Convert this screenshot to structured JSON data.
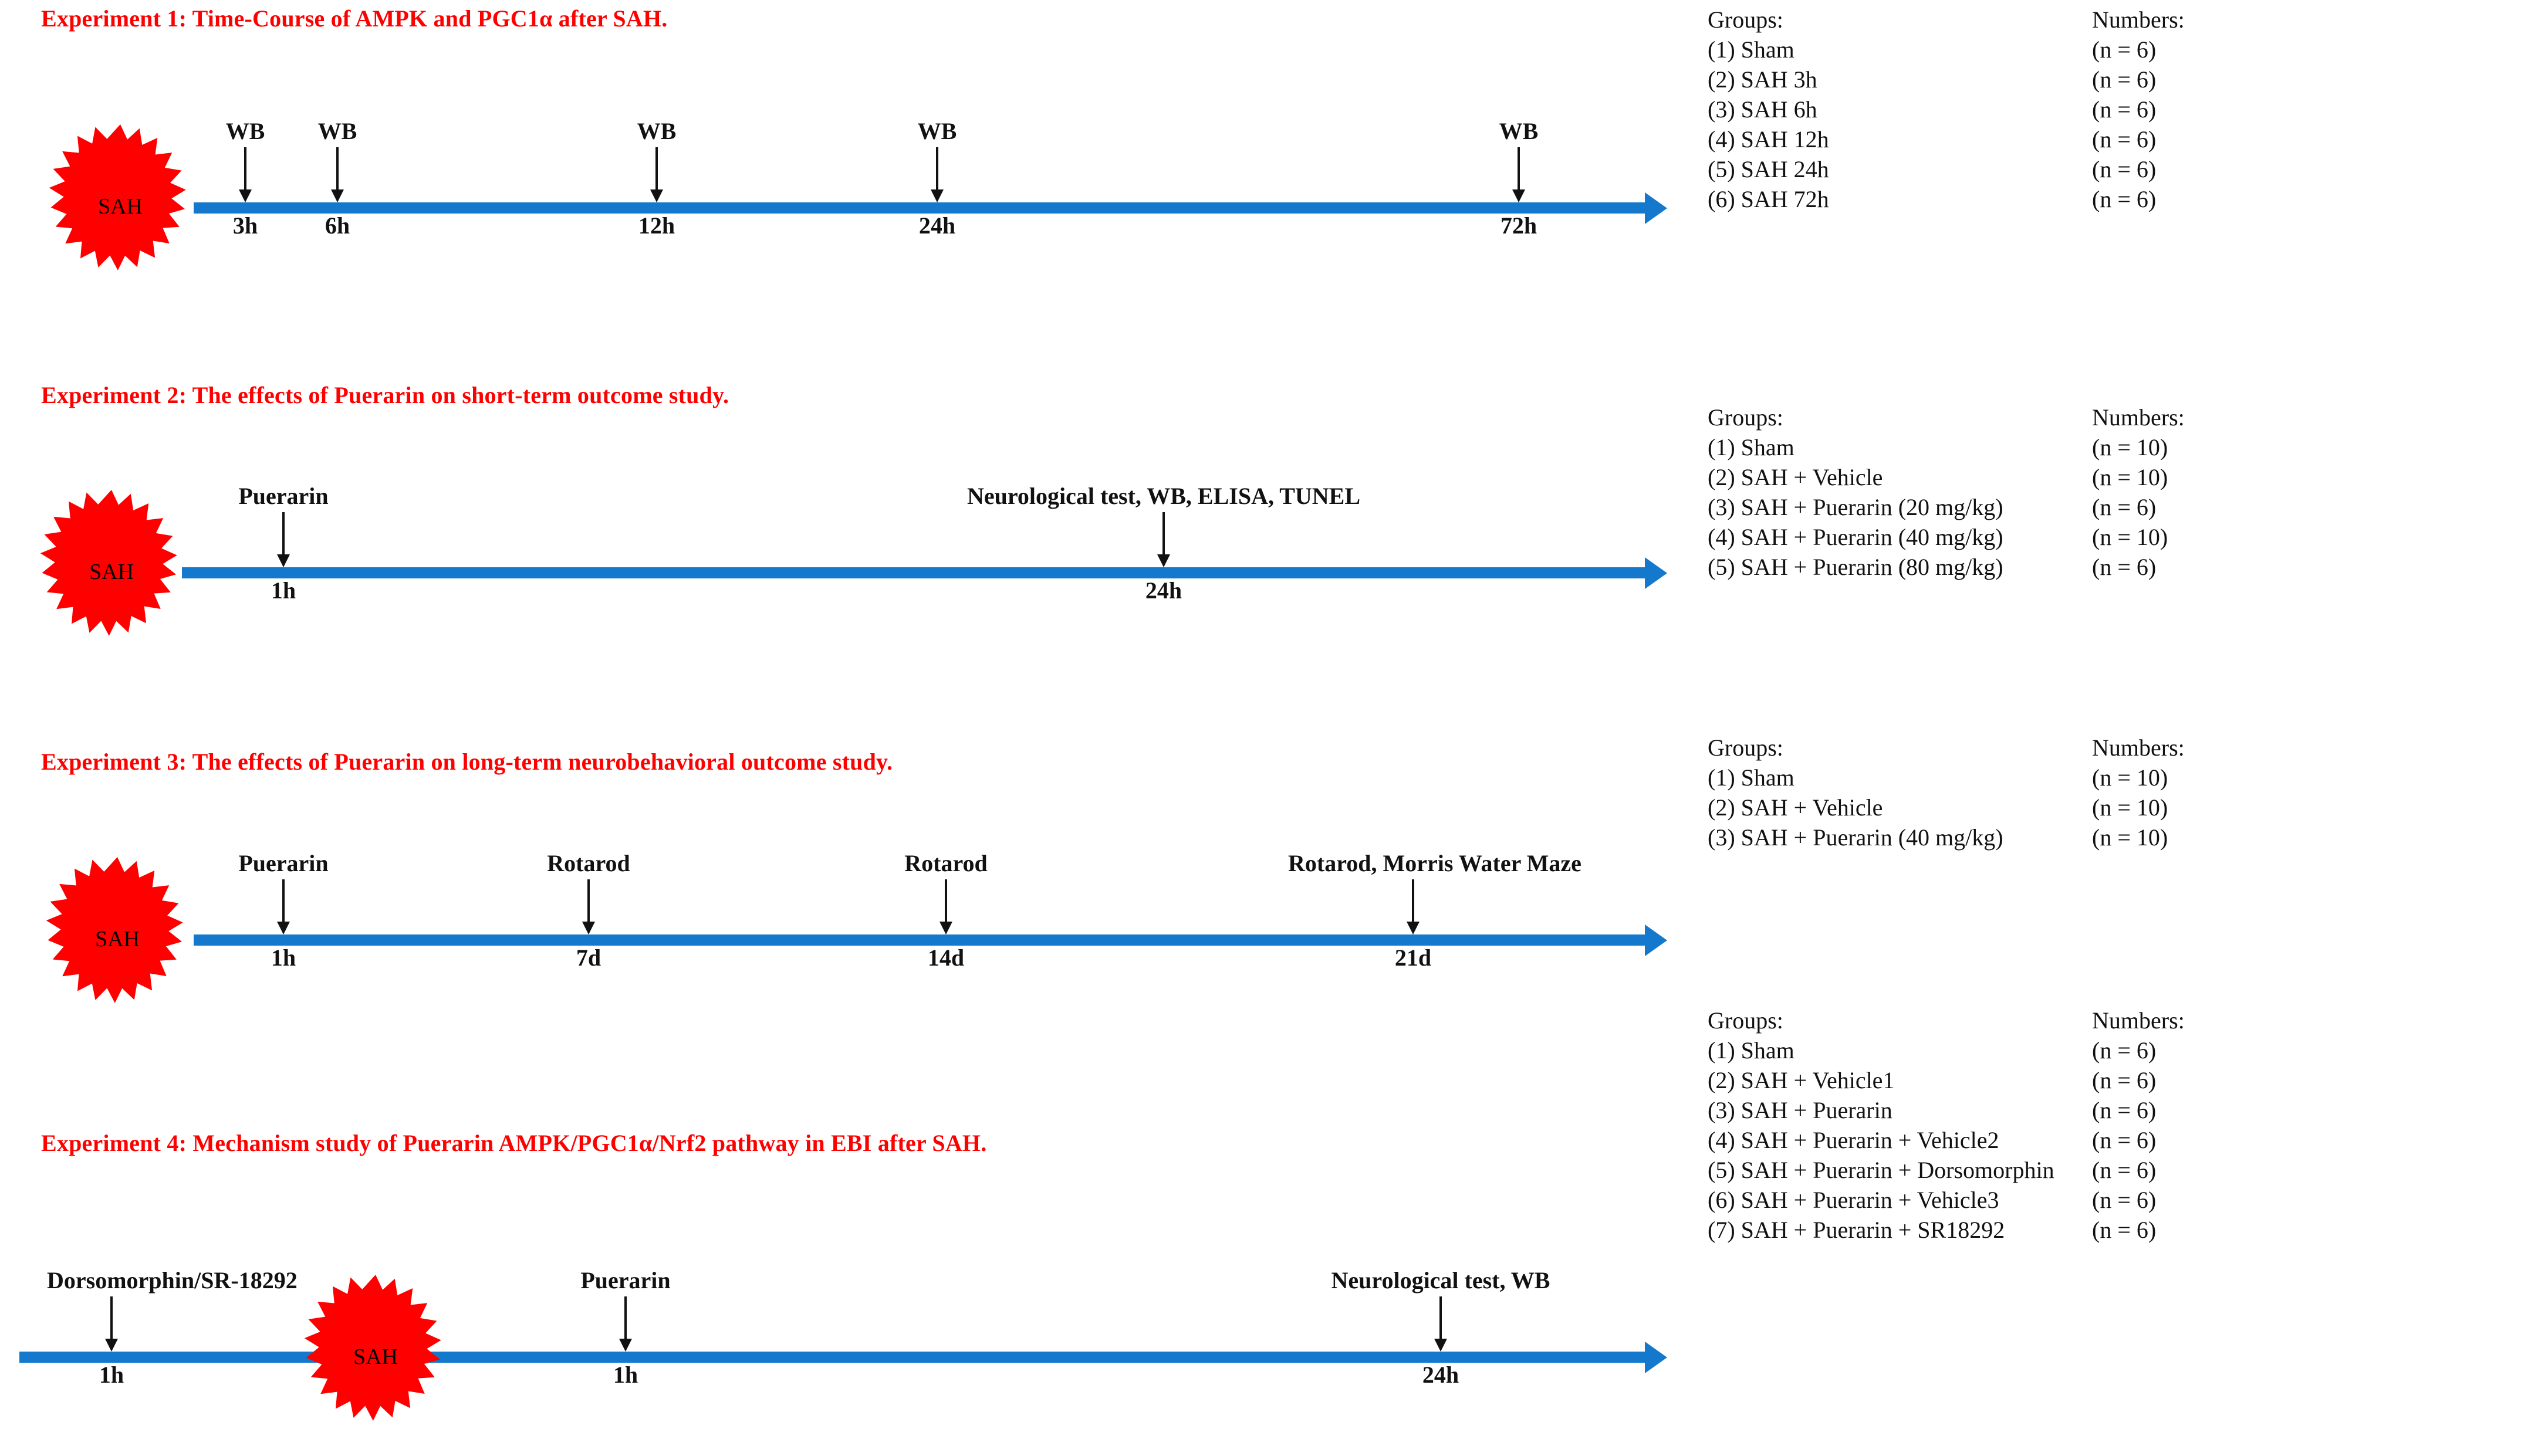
{
  "figure": {
    "title_color": "#ff0000",
    "axis_color": "#1479cc",
    "burst_color": "#ff0000",
    "burst_label": "SAH",
    "groups_header": "Groups:",
    "numbers_header": "Numbers:"
  },
  "experiments": [
    {
      "id": "experiment-1",
      "title": "Experiment 1: Time-Course of AMPK and PGC1α after SAH.",
      "burst_label": "SAH",
      "ticks": [
        {
          "label": "WB",
          "time": "3h"
        },
        {
          "label": "WB",
          "time": "6h"
        },
        {
          "label": "WB",
          "time": "12h"
        },
        {
          "label": "WB",
          "time": "24h"
        },
        {
          "label": "WB",
          "time": "72h"
        }
      ],
      "groups_header": "Groups:",
      "numbers_header": "Numbers:",
      "rows": [
        {
          "group": "(1) Sham",
          "number": "(n = 6)"
        },
        {
          "group": "(2) SAH 3h",
          "number": "(n = 6)"
        },
        {
          "group": "(3) SAH 6h",
          "number": "(n = 6)"
        },
        {
          "group": "(4) SAH 12h",
          "number": "(n = 6)"
        },
        {
          "group": "(5) SAH 24h",
          "number": "(n = 6)"
        },
        {
          "group": "(6) SAH 72h",
          "number": "(n = 6)"
        }
      ]
    },
    {
      "id": "experiment-2",
      "title": "Experiment 2: The effects of Puerarin on short-term outcome study.",
      "burst_label": "SAH",
      "ticks": [
        {
          "label": "Puerarin",
          "time": "1h"
        },
        {
          "label": "Neurological test, WB, ELISA, TUNEL",
          "time": "24h"
        }
      ],
      "groups_header": "Groups:",
      "numbers_header": "Numbers:",
      "rows": [
        {
          "group": "(1) Sham",
          "number": "(n = 10)"
        },
        {
          "group": "(2) SAH + Vehicle",
          "number": "(n = 10)"
        },
        {
          "group": "(3) SAH + Puerarin (20 mg/kg)",
          "number": "(n = 6)"
        },
        {
          "group": "(4) SAH + Puerarin (40 mg/kg)",
          "number": "(n = 10)"
        },
        {
          "group": "(5) SAH + Puerarin (80 mg/kg)",
          "number": "(n = 6)"
        }
      ]
    },
    {
      "id": "experiment-3",
      "title": "Experiment 3: The effects of Puerarin on long-term neurobehavioral outcome study.",
      "burst_label": "SAH",
      "ticks": [
        {
          "label": "Puerarin",
          "time": "1h"
        },
        {
          "label": "Rotarod",
          "time": "7d"
        },
        {
          "label": "Rotarod",
          "time": "14d"
        },
        {
          "label": "Rotarod, Morris Water Maze",
          "time": "21d"
        }
      ],
      "groups_header": "Groups:",
      "numbers_header": "Numbers:",
      "rows": [
        {
          "group": "(1) Sham",
          "number": "(n = 10)"
        },
        {
          "group": "(2) SAH + Vehicle",
          "number": "(n = 10)"
        },
        {
          "group": "(3) SAH + Puerarin (40 mg/kg)",
          "number": "(n = 10)"
        }
      ]
    },
    {
      "id": "experiment-4",
      "title": "Experiment 4: Mechanism study of Puerarin AMPK/PGC1α/Nrf2 pathway in EBI after SAH.",
      "burst_label": "SAH",
      "ticks": [
        {
          "label": "Dorsomorphin/SR-18292",
          "time": "1h"
        },
        {
          "label": "Puerarin",
          "time": "1h"
        },
        {
          "label": "Neurological test, WB",
          "time": "24h"
        }
      ],
      "groups_header": "Groups:",
      "numbers_header": "Numbers:",
      "rows": [
        {
          "group": "(1) Sham",
          "number": "(n = 6)"
        },
        {
          "group": "(2) SAH + Vehicle1",
          "number": "(n = 6)"
        },
        {
          "group": "(3) SAH + Puerarin",
          "number": "(n = 6)"
        },
        {
          "group": "(4) SAH + Puerarin + Vehicle2",
          "number": "(n = 6)"
        },
        {
          "group": "(5) SAH + Puerarin + Dorsomorphin",
          "number": "(n = 6)"
        },
        {
          "group": "(6) SAH + Puerarin + Vehicle3",
          "number": "(n = 6)"
        },
        {
          "group": "(7) SAH + Puerarin + SR18292",
          "number": "(n = 6)"
        }
      ]
    }
  ]
}
